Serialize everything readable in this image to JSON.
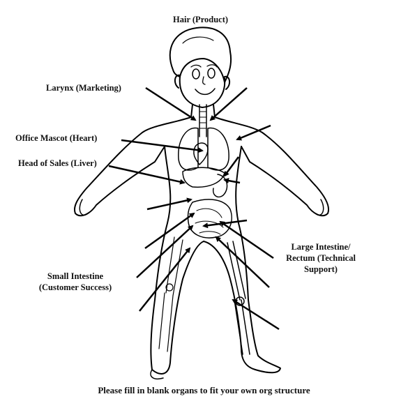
{
  "labels": {
    "hair": "Hair (Product)",
    "larynx": "Larynx (Marketing)",
    "office_mascot": "Office Mascot (Heart)",
    "head_of_sales": "Head of Sales (Liver)",
    "large_intestine_1": "Large Intestine/",
    "large_intestine_2": "Rectum (Technical",
    "large_intestine_3": "Support)",
    "small_intestine_1": "Small Intestine",
    "small_intestine_2": "(Customer Success)"
  },
  "caption": "Please fill in blank organs to fit your own org structure"
}
